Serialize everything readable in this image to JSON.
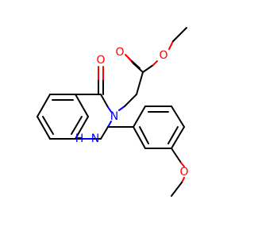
{
  "colors": {
    "oxygen": "#ff0000",
    "nitrogen": "#0000ff",
    "carbon": "#000000",
    "background": "#ffffff"
  },
  "atoms": {
    "o_carbonyl_ester": "O",
    "o_ester": "O",
    "o_carbonyl_ring": "O",
    "n3": "N",
    "n1": "N",
    "h_n1": "H",
    "o_methoxy": "O"
  }
}
